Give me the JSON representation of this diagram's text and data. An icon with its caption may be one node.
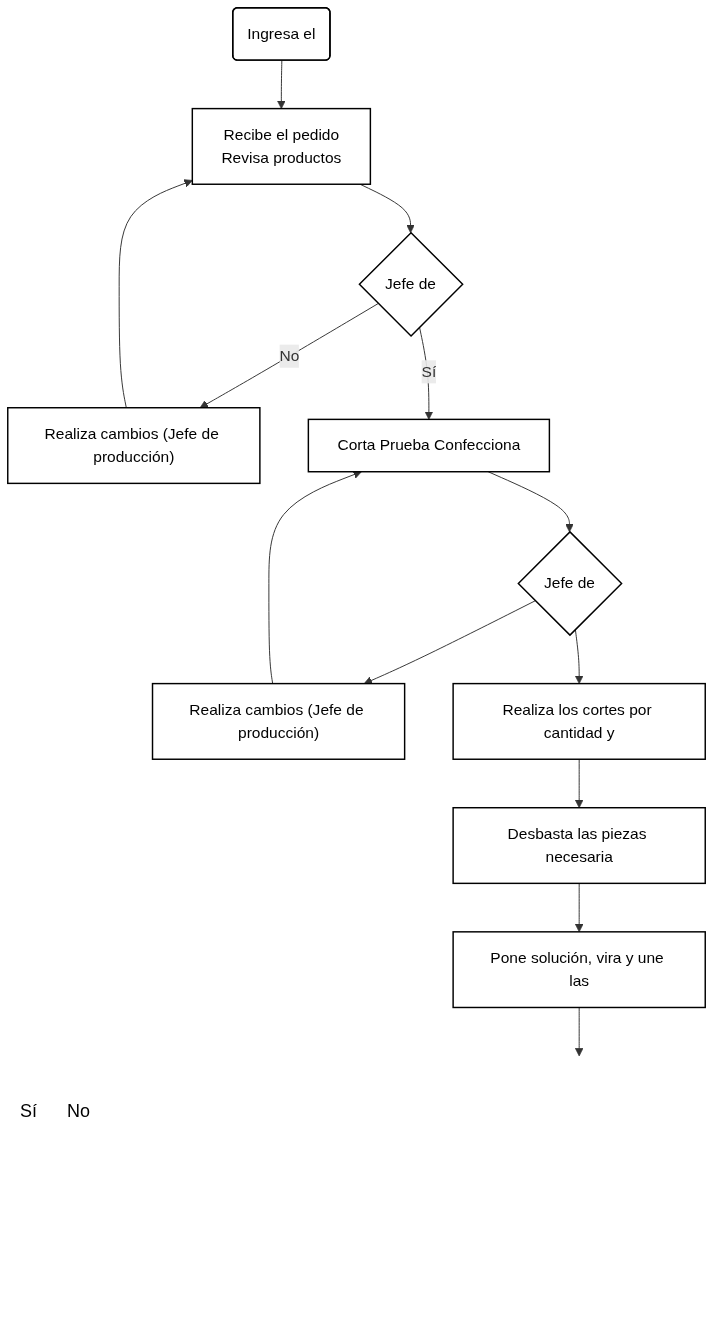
{
  "diagram": {
    "nodes": [
      {
        "text": [
          "Ingresa el"
        ]
      },
      {
        "text": [
          "Recibe el pedido",
          "Revisa productos"
        ]
      },
      {
        "text": [
          "Jefe de"
        ]
      },
      {
        "text": [
          "Realiza cambios (Jefe de producción)"
        ]
      },
      {
        "text": [
          "Corta Prueba Confecciona"
        ]
      },
      {
        "text": [
          "Jefe de"
        ]
      },
      {
        "text": [
          "Realiza cambios (Jefe de producción)"
        ]
      },
      {
        "text": [
          "Realiza los cortes por cantidad y"
        ]
      },
      {
        "text": [
          "Desbasta las piezas necesaria"
        ]
      },
      {
        "text": [
          "Pone solución, vira y une las"
        ]
      }
    ],
    "edges": [
      {
        "from": 0,
        "to": 1,
        "arrow": "to"
      },
      {
        "from": 1,
        "to": 2,
        "arrow": "to"
      },
      {
        "from": 2,
        "to": 3,
        "arrow": "to",
        "label": "No"
      },
      {
        "from": 3,
        "to": 1,
        "arrow": "to"
      },
      {
        "from": 2,
        "to": 4,
        "arrow": "to",
        "label": "Sí"
      },
      {
        "from": 4,
        "to": 5,
        "arrow": "to"
      },
      {
        "from": 5,
        "to": 6,
        "arrow": "to"
      },
      {
        "from": 6,
        "to": 4,
        "arrow": "to"
      },
      {
        "from": 5,
        "to": 7,
        "arrow": "to"
      },
      {
        "from": 7,
        "to": 8,
        "arrow": "to"
      },
      {
        "from": 8,
        "to": 9,
        "arrow": "to"
      },
      {
        "from": 9,
        "to": null,
        "arrow": "to"
      }
    ],
    "labels": [
      "Sí",
      "No"
    ]
  }
}
